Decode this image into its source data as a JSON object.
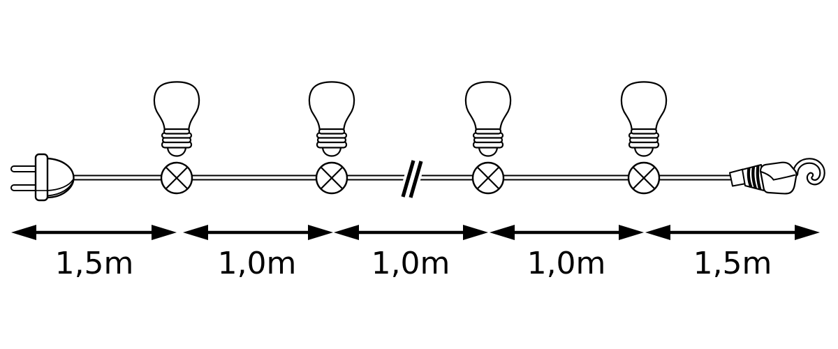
{
  "diagram": {
    "kind": "string-light-spacing-diagram",
    "background_color": "#ffffff",
    "line_color": "#000000",
    "bulb_count": 4,
    "components": [
      "power-plug-icon",
      "light-bulb-icon",
      "lamp-socket-icon",
      "cable-break-icon",
      "coupler-hook-icon",
      "dimension-arrow"
    ],
    "segments": [
      {
        "label": "1,5m"
      },
      {
        "label": "1,0m"
      },
      {
        "label": "1,0m"
      },
      {
        "label": "1,0m"
      },
      {
        "label": "1,5m"
      }
    ]
  }
}
